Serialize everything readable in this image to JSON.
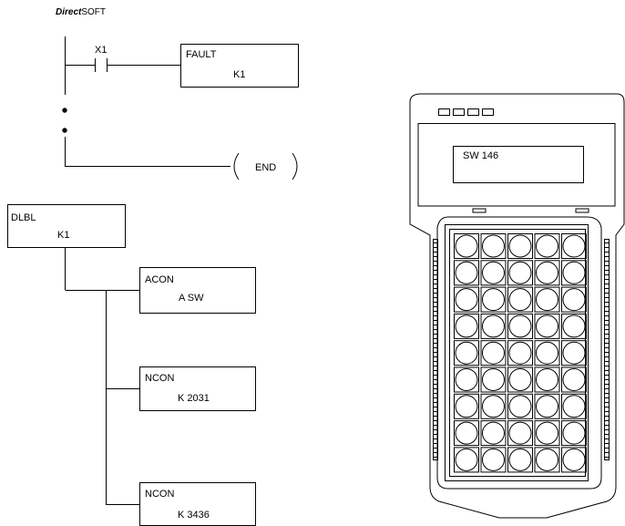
{
  "header": {
    "brand_prefix": "Direct",
    "brand_suffix": "SOFT"
  },
  "ladder": {
    "contact_label": "X1",
    "fault_box": {
      "title": "FAULT",
      "value": "K1"
    },
    "end_label": "END",
    "dlbl_box": {
      "title": "DLBL",
      "value": "K1"
    },
    "acon_box": {
      "title": "ACON",
      "value": "A SW"
    },
    "ncon_box_1": {
      "title": "NCON",
      "value": "K 2031"
    },
    "ncon_box_2": {
      "title": "NCON",
      "value": "K 3436"
    }
  },
  "handheld": {
    "display_text": "SW 146",
    "keypad_rows": 9,
    "keypad_cols": 5
  }
}
